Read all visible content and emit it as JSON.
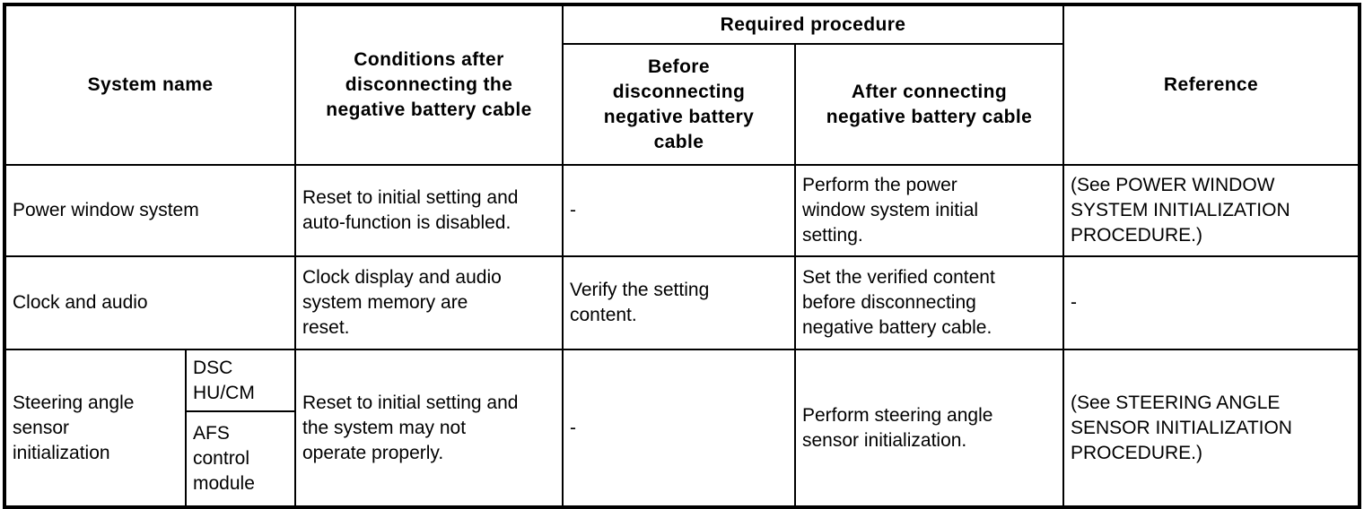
{
  "colors": {
    "border": "#000000",
    "text": "#000000",
    "background": "#ffffff"
  },
  "table": {
    "header": {
      "system_name": "System name",
      "conditions": "Conditions after\ndisconnecting the\nnegative battery cable",
      "required_procedure": "Required procedure",
      "before": "Before\ndisconnecting\nnegative battery\ncable",
      "after": "After connecting\nnegative battery cable",
      "reference": "Reference"
    },
    "rows": [
      {
        "system": "Power window system",
        "conditions": "Reset to initial setting and\nauto-function is disabled.",
        "before": "-",
        "after": "Perform the power\nwindow system initial\nsetting.",
        "reference": "(See POWER WINDOW\nSYSTEM INITIALIZATION\nPROCEDURE.)"
      },
      {
        "system": "Clock and audio",
        "conditions": "Clock display and audio\nsystem memory are\nreset.",
        "before": "Verify the setting\ncontent.",
        "after": "Set the verified content\nbefore disconnecting\nnegative battery cable.",
        "reference": "-"
      },
      {
        "system": "Steering angle\nsensor\ninitialization",
        "sub_systems": [
          "DSC\nHU/CM",
          "AFS\ncontrol\nmodule"
        ],
        "conditions": "Reset to initial setting and\nthe system may not\noperate properly.",
        "before": "-",
        "after": "Perform steering angle\nsensor initialization.",
        "reference": "(See STEERING ANGLE\nSENSOR INITIALIZATION\nPROCEDURE.)"
      }
    ]
  }
}
